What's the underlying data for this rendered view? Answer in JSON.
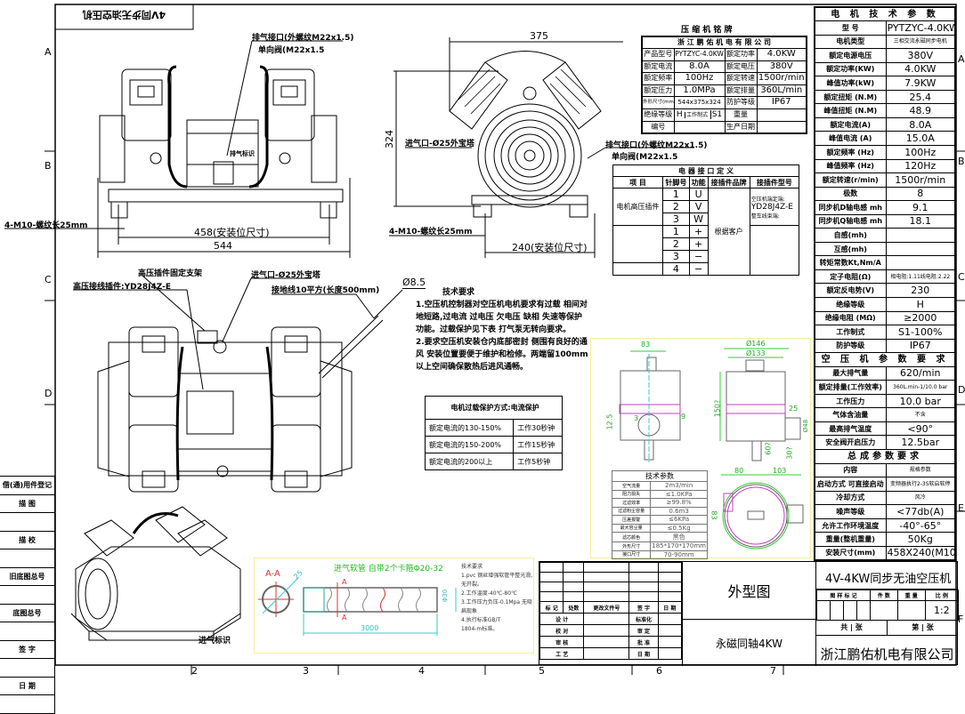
{
  "top_label": "4V同步无油空压机",
  "row_marks": [
    "A",
    "B",
    "C",
    "D",
    "E",
    "F"
  ],
  "col_marks": [
    "2",
    "3",
    "4",
    "5",
    "6",
    "7"
  ],
  "front_view": {
    "outlet": "排气接口(外螺纹M22x1.5)",
    "valve": "单向阀(M22x1.5",
    "mark": "排气标识",
    "bolt": "4-M10-螺纹长25mm",
    "dim_install": "458(安装位尺寸)",
    "dim_total": "544"
  },
  "side_view": {
    "dim_width": "375",
    "dim_height": "324",
    "inlet": "进气口-Ø25外宝塔",
    "bolt": "4-M10-螺纹长25mm",
    "dim_install": "240(安装位尺寸)",
    "outlet": "排气接口(外螺纹M22x1.5)",
    "valve": "单向阀(M22x1.5"
  },
  "top_view": {
    "bracket": "高压插件固定支架",
    "plug": "高压接线插件:YD28J4Z-E",
    "inlet": "进气口-Ø25外宝塔",
    "ground": "接地线10平方(长度500mm)",
    "hole": "Ø8.5"
  },
  "iso_view": {
    "mark": "进气标识"
  },
  "spec": {
    "rows": [
      {
        "h": "电 机 技 术 参 数"
      },
      {
        "k": "型 号",
        "v": "PYTZYC-4.0KW"
      },
      {
        "k": "电机类型",
        "v": "三相交流永磁同步电机",
        "small": true
      },
      {
        "k": "额定电源电压",
        "v": "380V"
      },
      {
        "k": "额定功率(KW)",
        "v": "4.0KW"
      },
      {
        "k": "峰值功率(kW)",
        "v": "7.9KW"
      },
      {
        "k": "额定扭矩 (N.M)",
        "v": "25.4"
      },
      {
        "k": "峰值扭矩 (N.M)",
        "v": "48.9"
      },
      {
        "k": "额定电流(A)",
        "v": "8.0A"
      },
      {
        "k": "峰值电流 (A)",
        "v": "15.0A"
      },
      {
        "k": "额定频率 (Hz)",
        "v": "100Hz"
      },
      {
        "k": "峰值频率 (Hz)",
        "v": "120Hz"
      },
      {
        "k": "额定转速(r/min)",
        "v": "1500r/min"
      },
      {
        "k": "极数",
        "v": "8"
      },
      {
        "k": "同步机D轴电感 mh",
        "v": "9.1"
      },
      {
        "k": "同步机Q轴电感 mh",
        "v": "18.1"
      },
      {
        "k": "自感(mh)",
        "v": ""
      },
      {
        "k": "互感(mh)",
        "v": ""
      },
      {
        "k": "转矩常数Kt,Nm/A",
        "v": ""
      },
      {
        "k": "定子电阻(Ω)",
        "v": "相电阻:1.11线电阻:2.22",
        "small": true
      },
      {
        "k": "额定反电势(V)",
        "v": "230"
      },
      {
        "k": "绝缘等级",
        "v": "H"
      },
      {
        "k": "绝缘电阻 (MΩ)",
        "v": "≥2000"
      },
      {
        "k": "工作制式",
        "v": "S1-100%"
      },
      {
        "k": "防护等级",
        "v": "IP67"
      },
      {
        "h": "空 压 机 参 数 要 求"
      },
      {
        "k": "最大排气量",
        "v": "620/min"
      },
      {
        "k": "额定排量(工作效率)",
        "v": "360L.min-1/10.0 bar",
        "small": true
      },
      {
        "k": "工作压力",
        "v": "10.0 bar"
      },
      {
        "k": "气体含油量",
        "v": "不含",
        "small": true
      },
      {
        "k": "最高排气温度",
        "v": "<90°"
      },
      {
        "k": "安全阀开启压力",
        "v": "12.5bar"
      },
      {
        "h": "总成参数要求"
      },
      {
        "k": "内容",
        "v": "规格参数",
        "small": true
      },
      {
        "k": "启动方式 可直接启动",
        "v": "变频器执行2-3S软启软停",
        "small": true
      },
      {
        "k": "冷却方式",
        "v": "风冷",
        "small": true
      },
      {
        "k": "噪声等级",
        "v": "<77db(A)"
      },
      {
        "k": "允许工作环境温度",
        "v": "-40°-65°"
      },
      {
        "k": "重量(整机重量)",
        "v": "50Kg"
      },
      {
        "k": "安装尺寸(mm)",
        "v": "458X240(M10)"
      }
    ]
  },
  "nameplate": {
    "title": "压 缩 机 铭 牌",
    "company": "浙 江 鹏 佑 机 电 有 限 公 司",
    "rows": [
      [
        "产品型号",
        "PYTZYC-4.0KW",
        "额定功率",
        "4.0KW"
      ],
      [
        "额定电流",
        "8.0A",
        "额定电压",
        "380V"
      ],
      [
        "额定频率",
        "100Hz",
        "额定转速",
        "1500r/min"
      ],
      [
        "额定压力",
        "1.0MPa",
        "额定排量",
        "360L/min"
      ],
      [
        "外形尺寸(mm)",
        "544x375x324",
        "防护等级",
        "IP67"
      ]
    ],
    "insulation_label": "绝缘等级",
    "insulation": "H",
    "duty_label": "工作制式",
    "duty": "S1",
    "weight_label": "重量",
    "serial_label": "编号",
    "date_label": "生产日期"
  },
  "interface": {
    "title": "电 器 接 口 定 义",
    "headers": [
      "项 目",
      "针脚号",
      "功能",
      "接插件品牌",
      "接插件型号"
    ],
    "item": "电机高压插件",
    "brand": "根据客户",
    "model_l1": "空压机端定端:",
    "model_l2": "YD28J4Z-E",
    "model_l3": "整车线束端:",
    "pins1": [
      [
        "1",
        "U"
      ],
      [
        "2",
        "V"
      ],
      [
        "3",
        "W"
      ]
    ],
    "pins2": [
      [
        "1",
        "+"
      ],
      [
        "2",
        "+"
      ],
      [
        "3",
        "−"
      ],
      [
        "4",
        "−"
      ]
    ]
  },
  "tech": {
    "title": "技术要求",
    "items": [
      "1.空压机控制器对空压机电机要求有过载 相间对地短路,过电流 过电压 欠电压 缺相 失速等保护功能。过载保护见下表 打气泵无转向要求。",
      "2.要求空压机安装仓内底部密封 侧围有良好的通风 安装位置要便于维护和检修。两端留100mm以上空间确保散热后进风通畅。"
    ]
  },
  "protection": {
    "title": "电机过载保护方式:电流保护",
    "rows": [
      [
        "额定电流的130-150%",
        "工作30秒钟"
      ],
      [
        "额定电流的150-200%",
        "工作15秒钟"
      ],
      [
        "额定电流的200以上",
        "工作5秒钟"
      ]
    ]
  },
  "filter": {
    "dims": [
      "83",
      "Ø146",
      "Ø133",
      "150?",
      "12.5",
      "3",
      "9",
      "25",
      "Ø48",
      "60?",
      "30?",
      "80",
      "103",
      "83"
    ],
    "title": "技术参数",
    "rows": [
      [
        "空气流量",
        "2m3/min"
      ],
      [
        "阻力损失",
        "≤1.0KPa"
      ],
      [
        "过滤效率",
        "≥99.8%"
      ],
      [
        "过滤粉尘容量",
        "0.6m3"
      ],
      [
        "压差报警",
        "≤6KPa"
      ],
      [
        "最大容尘量",
        "≤0.5Kg"
      ],
      [
        "滤芯颜色",
        "黑色"
      ],
      [
        "外形尺寸",
        "185*170*170mm"
      ],
      [
        "接口尺寸",
        "70-90mm"
      ]
    ]
  },
  "hose": {
    "title": "进气软管 自带2个卡箍Φ20-32",
    "section": "A-A",
    "dia": "25",
    "od": "Φ30",
    "length": "3000",
    "cut": "A",
    "notes": [
      "技术要求",
      "1.pvc 钢丝增强软管平整光滑,无开裂。",
      "2.工作温度-40℃-80℃",
      "3.工作压力负压-0.1Mpa 无吸扁现象",
      "4.执行标准GB/T",
      "1804-m标准。"
    ]
  },
  "side_strip": [
    "借(通)用件登记",
    "描 图",
    "",
    "描 校",
    "",
    "旧底图总号",
    "",
    "底图总号",
    "",
    "签 字",
    "",
    "日 期",
    ""
  ],
  "title_block": {
    "rev_headers": [
      "标 记",
      "处数",
      "更改文件号",
      "签 字",
      "日 期"
    ],
    "roles_left": [
      "设 计",
      "校 对",
      "审 核",
      "工 艺"
    ],
    "roles_right": [
      "标准化",
      "审 定",
      "批 准",
      "日 期"
    ],
    "drawing_name": "外型图",
    "subtitle": "永磁同轴4KW",
    "product": "4V-4KW同步无油空压机",
    "attr_headers": [
      "图 样 标 记",
      "件 数",
      "重 量",
      "比 例"
    ],
    "scale": "1:2",
    "sheets_total": "共 | 张",
    "sheet_no": "第 | 张",
    "company": "浙江鹏佑机电有限公司"
  }
}
